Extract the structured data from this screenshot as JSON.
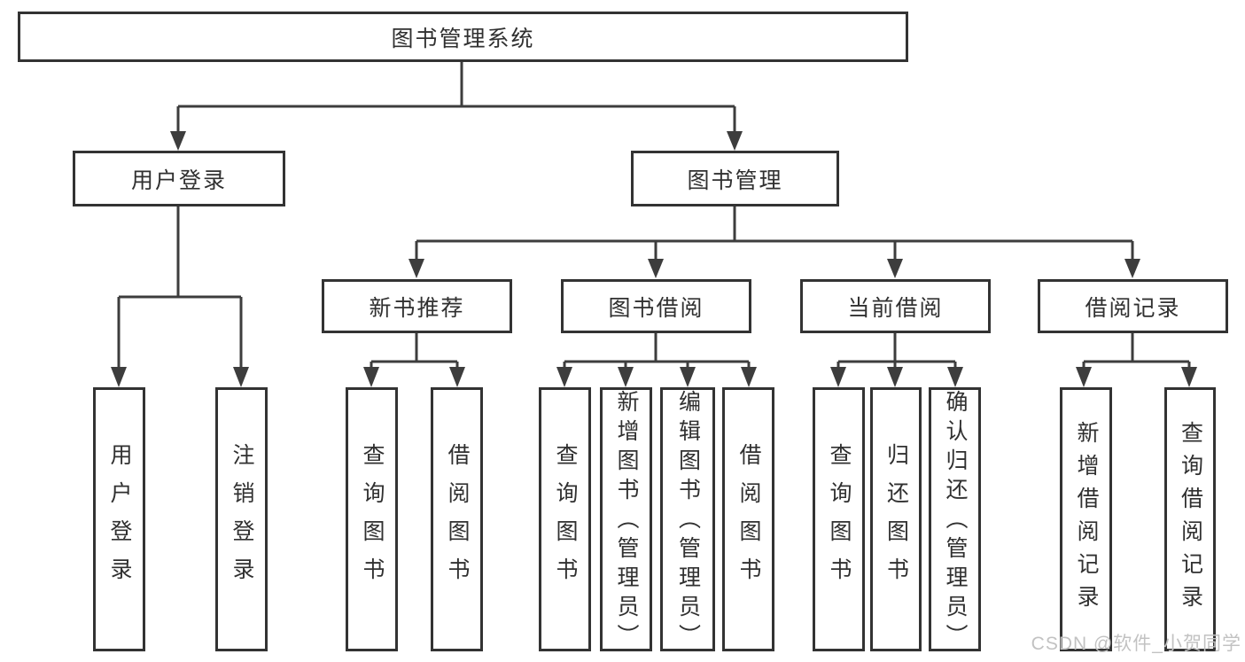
{
  "diagram": {
    "title": "图书管理系统",
    "type": "hierarchy-tree",
    "tree": {
      "root": "图书管理系统",
      "children": [
        {
          "label": "用户登录",
          "children": [
            "用户登录",
            "注销登录"
          ]
        },
        {
          "label": "图书管理",
          "children": [
            {
              "label": "新书推荐",
              "children": [
                "查询图书",
                "借阅图书"
              ]
            },
            {
              "label": "图书借阅",
              "children": [
                "查询图书",
                "新增图书（管理员）",
                "编辑图书（管理员）",
                "借阅图书"
              ]
            },
            {
              "label": "当前借阅",
              "children": [
                "查询图书",
                "归还图书",
                "确认归还（管理员）"
              ]
            },
            {
              "label": "借阅记录",
              "children": [
                "新增借阅记录",
                "查询借阅记录"
              ]
            }
          ]
        }
      ]
    },
    "watermark": "CSDN @软件_小贺同学",
    "colors": {
      "line": "#3d3d3d",
      "border": "#333333",
      "text": "#303030",
      "background": "#ffffff",
      "watermark": "#c2c2c2"
    }
  }
}
